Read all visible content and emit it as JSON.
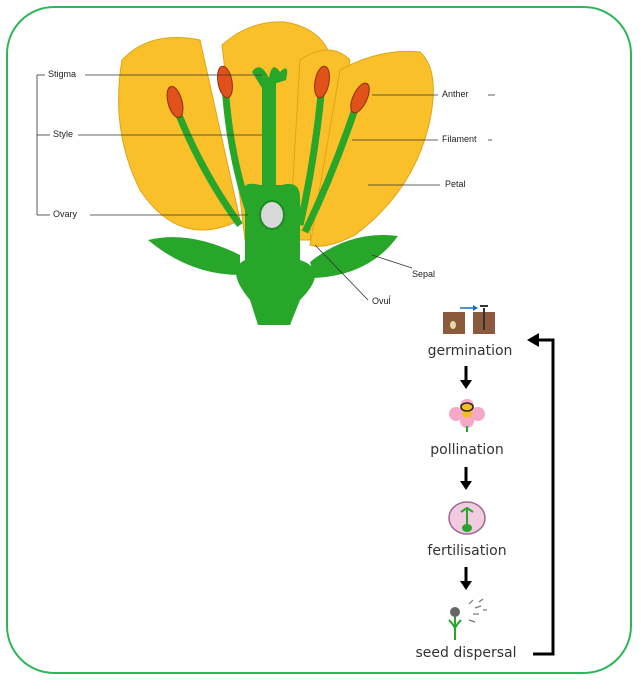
{
  "colors": {
    "frame": "#2fb55a",
    "petal": "#f9c02a",
    "petal_edge": "#e0a41a",
    "green": "#27a62a",
    "dark_green": "#1d8a22",
    "anther": "#e0521a",
    "ovule": "#d8d8d8"
  },
  "flower_labels": {
    "stigma": "Stigma",
    "style": "Style",
    "ovary": "Ovary",
    "anther": "Anther",
    "filament": "Filament",
    "petal": "Petal",
    "sepal": "Sepal",
    "ovule": "Ovuĺ"
  },
  "life_cycle": {
    "steps": [
      {
        "label": "germination",
        "icon": "germination-icon"
      },
      {
        "label": "pollination",
        "icon": "bee-on-flower-icon"
      },
      {
        "label": "fertilisation",
        "icon": "fertilised-flower-icon"
      },
      {
        "label": "seed dispersal",
        "icon": "dandelion-icon"
      }
    ]
  }
}
